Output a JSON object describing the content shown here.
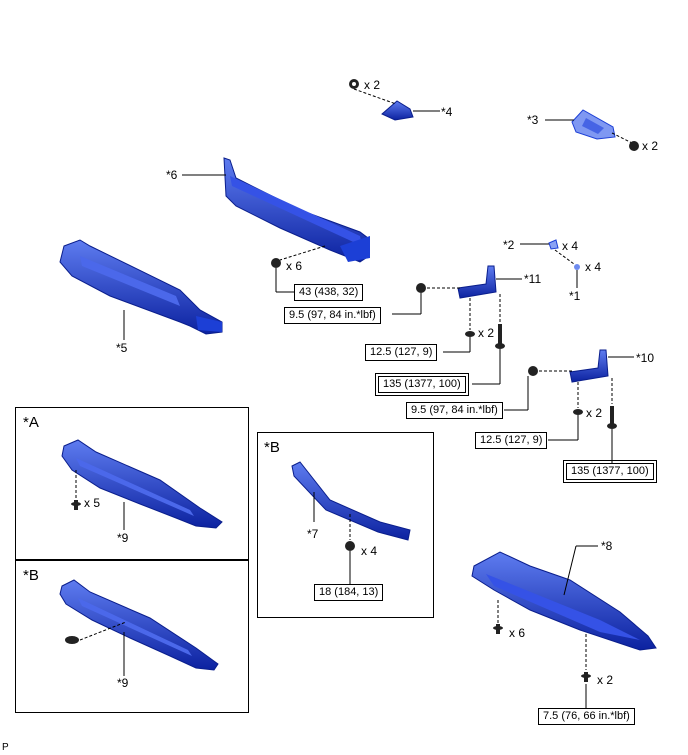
{
  "labels": {
    "p1": "*1",
    "p2": "*2",
    "p3": "*3",
    "p4": "*4",
    "p5": "*5",
    "p6": "*6",
    "p7": "*7",
    "p8": "*8",
    "p9a": "*9",
    "p9b": "*9",
    "p10": "*10",
    "p11": "*11",
    "secA": "*A",
    "secB": "*B",
    "secB2": "*B"
  },
  "qty": {
    "q_top4": "x 2",
    "q_3": "x 2",
    "q_6": "x 6",
    "q_2": "x 4",
    "q_1": "x 4",
    "q_11": "x 2",
    "q_10": "x 2",
    "q_A": "x 5",
    "q_7": "x 4",
    "q_8a": "x 6",
    "q_8b": "x 2"
  },
  "torque": {
    "t1": "43 (438, 32)",
    "t2": "9.5 (97, 84 in.*lbf)",
    "t3": "12.5 (127, 9)",
    "t4": "135 (1377, 100)",
    "t5": "9.5 (97, 84 in.*lbf)",
    "t6": "12.5 (127, 9)",
    "t7": "135 (1377, 100)",
    "t8": "18 (184, 13)",
    "t9": "7.5 (76, 66 in.*lbf)"
  },
  "corner_mark": "P",
  "colors": {
    "part": "#1c3fd6",
    "part_dark": "#0a1e8c",
    "part_light": "#6f8cf0",
    "line": "#000000"
  }
}
